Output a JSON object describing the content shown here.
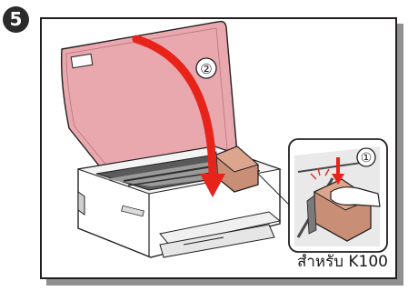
{
  "step": {
    "number": "5"
  },
  "callouts": {
    "first": "①",
    "second": "②"
  },
  "caption": "สำหรับ K100",
  "colors": {
    "lid": "#e8a8ae",
    "arrow": "#e8231a",
    "cartridge": "#c98f76",
    "frame_border": "#231f20",
    "shadow": "#8f8f8f"
  },
  "icons": [
    "curved-arrow-icon",
    "press-arrow-icon",
    "finger-icon"
  ]
}
